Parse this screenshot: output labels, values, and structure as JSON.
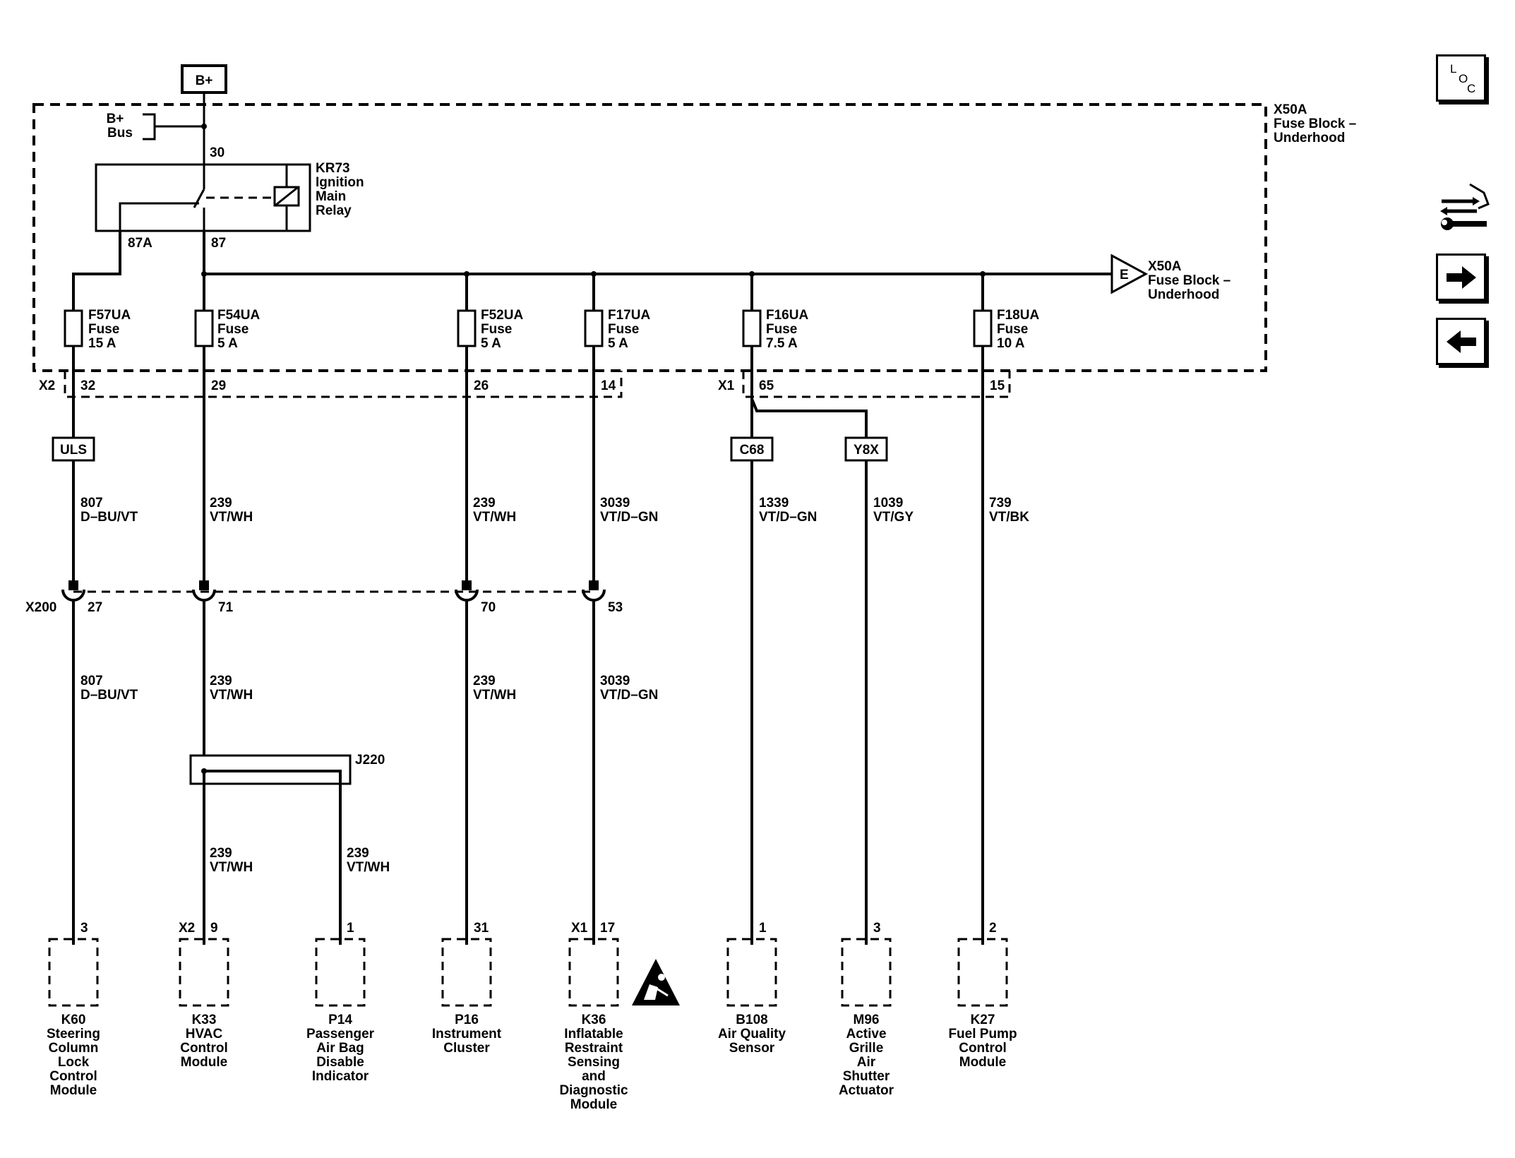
{
  "power": {
    "b_plus": "B+",
    "bus_top": "B+",
    "bus_bottom": "Bus"
  },
  "fuse_block": {
    "name": "X50A",
    "line2": "Fuse Block –",
    "line3": "Underhood"
  },
  "relay": {
    "name": "KR73",
    "line2": "Ignition",
    "line3": "Main",
    "line4": "Relay",
    "pin_in": "30",
    "pin_nc": "87A",
    "pin_no": "87"
  },
  "connector_e": {
    "letter": "E",
    "name": "X50A",
    "line2": "Fuse Block –",
    "line3": "Underhood"
  },
  "fuses": [
    {
      "name": "F57UA",
      "type": "Fuse",
      "rating": "15 A"
    },
    {
      "name": "F54UA",
      "type": "Fuse",
      "rating": "5 A"
    },
    {
      "name": "F52UA",
      "type": "Fuse",
      "rating": "5 A"
    },
    {
      "name": "F17UA",
      "type": "Fuse",
      "rating": "5 A"
    },
    {
      "name": "F16UA",
      "type": "Fuse",
      "rating": "7.5 A"
    },
    {
      "name": "F18UA",
      "type": "Fuse",
      "rating": "10 A"
    }
  ],
  "fuse_connectors": {
    "x2": {
      "name": "X2",
      "pins": [
        "32",
        "29",
        "26",
        "14"
      ]
    },
    "x1": {
      "name": "X1",
      "pins": [
        "65",
        "15"
      ]
    }
  },
  "options": [
    "ULS",
    "C68",
    "Y8X"
  ],
  "wires_upper": [
    {
      "circuit": "807",
      "color": "D–BU/VT"
    },
    {
      "circuit": "239",
      "color": "VT/WH"
    },
    {
      "circuit": "239",
      "color": "VT/WH"
    },
    {
      "circuit": "3039",
      "color": "VT/D–GN"
    },
    {
      "circuit": "1339",
      "color": "VT/D–GN"
    },
    {
      "circuit": "1039",
      "color": "VT/GY"
    },
    {
      "circuit": "739",
      "color": "VT/BK"
    }
  ],
  "inline_connector": {
    "name": "X200",
    "pins": [
      "27",
      "71",
      "70",
      "53"
    ]
  },
  "wires_lower": [
    {
      "circuit": "807",
      "color": "D–BU/VT"
    },
    {
      "circuit": "239",
      "color": "VT/WH"
    },
    {
      "circuit": "239",
      "color": "VT/WH"
    },
    {
      "circuit": "3039",
      "color": "VT/D–GN"
    }
  ],
  "splice": {
    "name": "J220"
  },
  "wires_splice": [
    {
      "circuit": "239",
      "color": "VT/WH"
    },
    {
      "circuit": "239",
      "color": "VT/WH"
    }
  ],
  "components": [
    {
      "pin": "3",
      "conn": "",
      "name": "K60",
      "desc": [
        "Steering",
        "Column",
        "Lock",
        "Control",
        "Module"
      ]
    },
    {
      "pin": "9",
      "conn": "X2",
      "name": "K33",
      "desc": [
        "HVAC",
        "Control",
        "Module"
      ]
    },
    {
      "pin": "1",
      "conn": "",
      "name": "P14",
      "desc": [
        "Passenger",
        "Air Bag",
        "Disable",
        "Indicator"
      ]
    },
    {
      "pin": "31",
      "conn": "",
      "name": "P16",
      "desc": [
        "Instrument",
        "Cluster"
      ]
    },
    {
      "pin": "17",
      "conn": "X1",
      "name": "K36",
      "desc": [
        "Inflatable",
        "Restraint",
        "Sensing",
        "and",
        "Diagnostic",
        "Module"
      ]
    },
    {
      "pin": "1",
      "conn": "",
      "name": "B108",
      "desc": [
        "Air Quality",
        "Sensor"
      ]
    },
    {
      "pin": "3",
      "conn": "",
      "name": "M96",
      "desc": [
        "Active",
        "Grille",
        "Air",
        "Shutter",
        "Actuator"
      ]
    },
    {
      "pin": "2",
      "conn": "",
      "name": "K27",
      "desc": [
        "Fuel Pump",
        "Control",
        "Module"
      ]
    }
  ],
  "nav": {
    "loc_letters": [
      "L",
      "O",
      "C"
    ],
    "icons": [
      "wiring-connector-icon",
      "arrow-right-icon",
      "arrow-left-icon"
    ]
  }
}
